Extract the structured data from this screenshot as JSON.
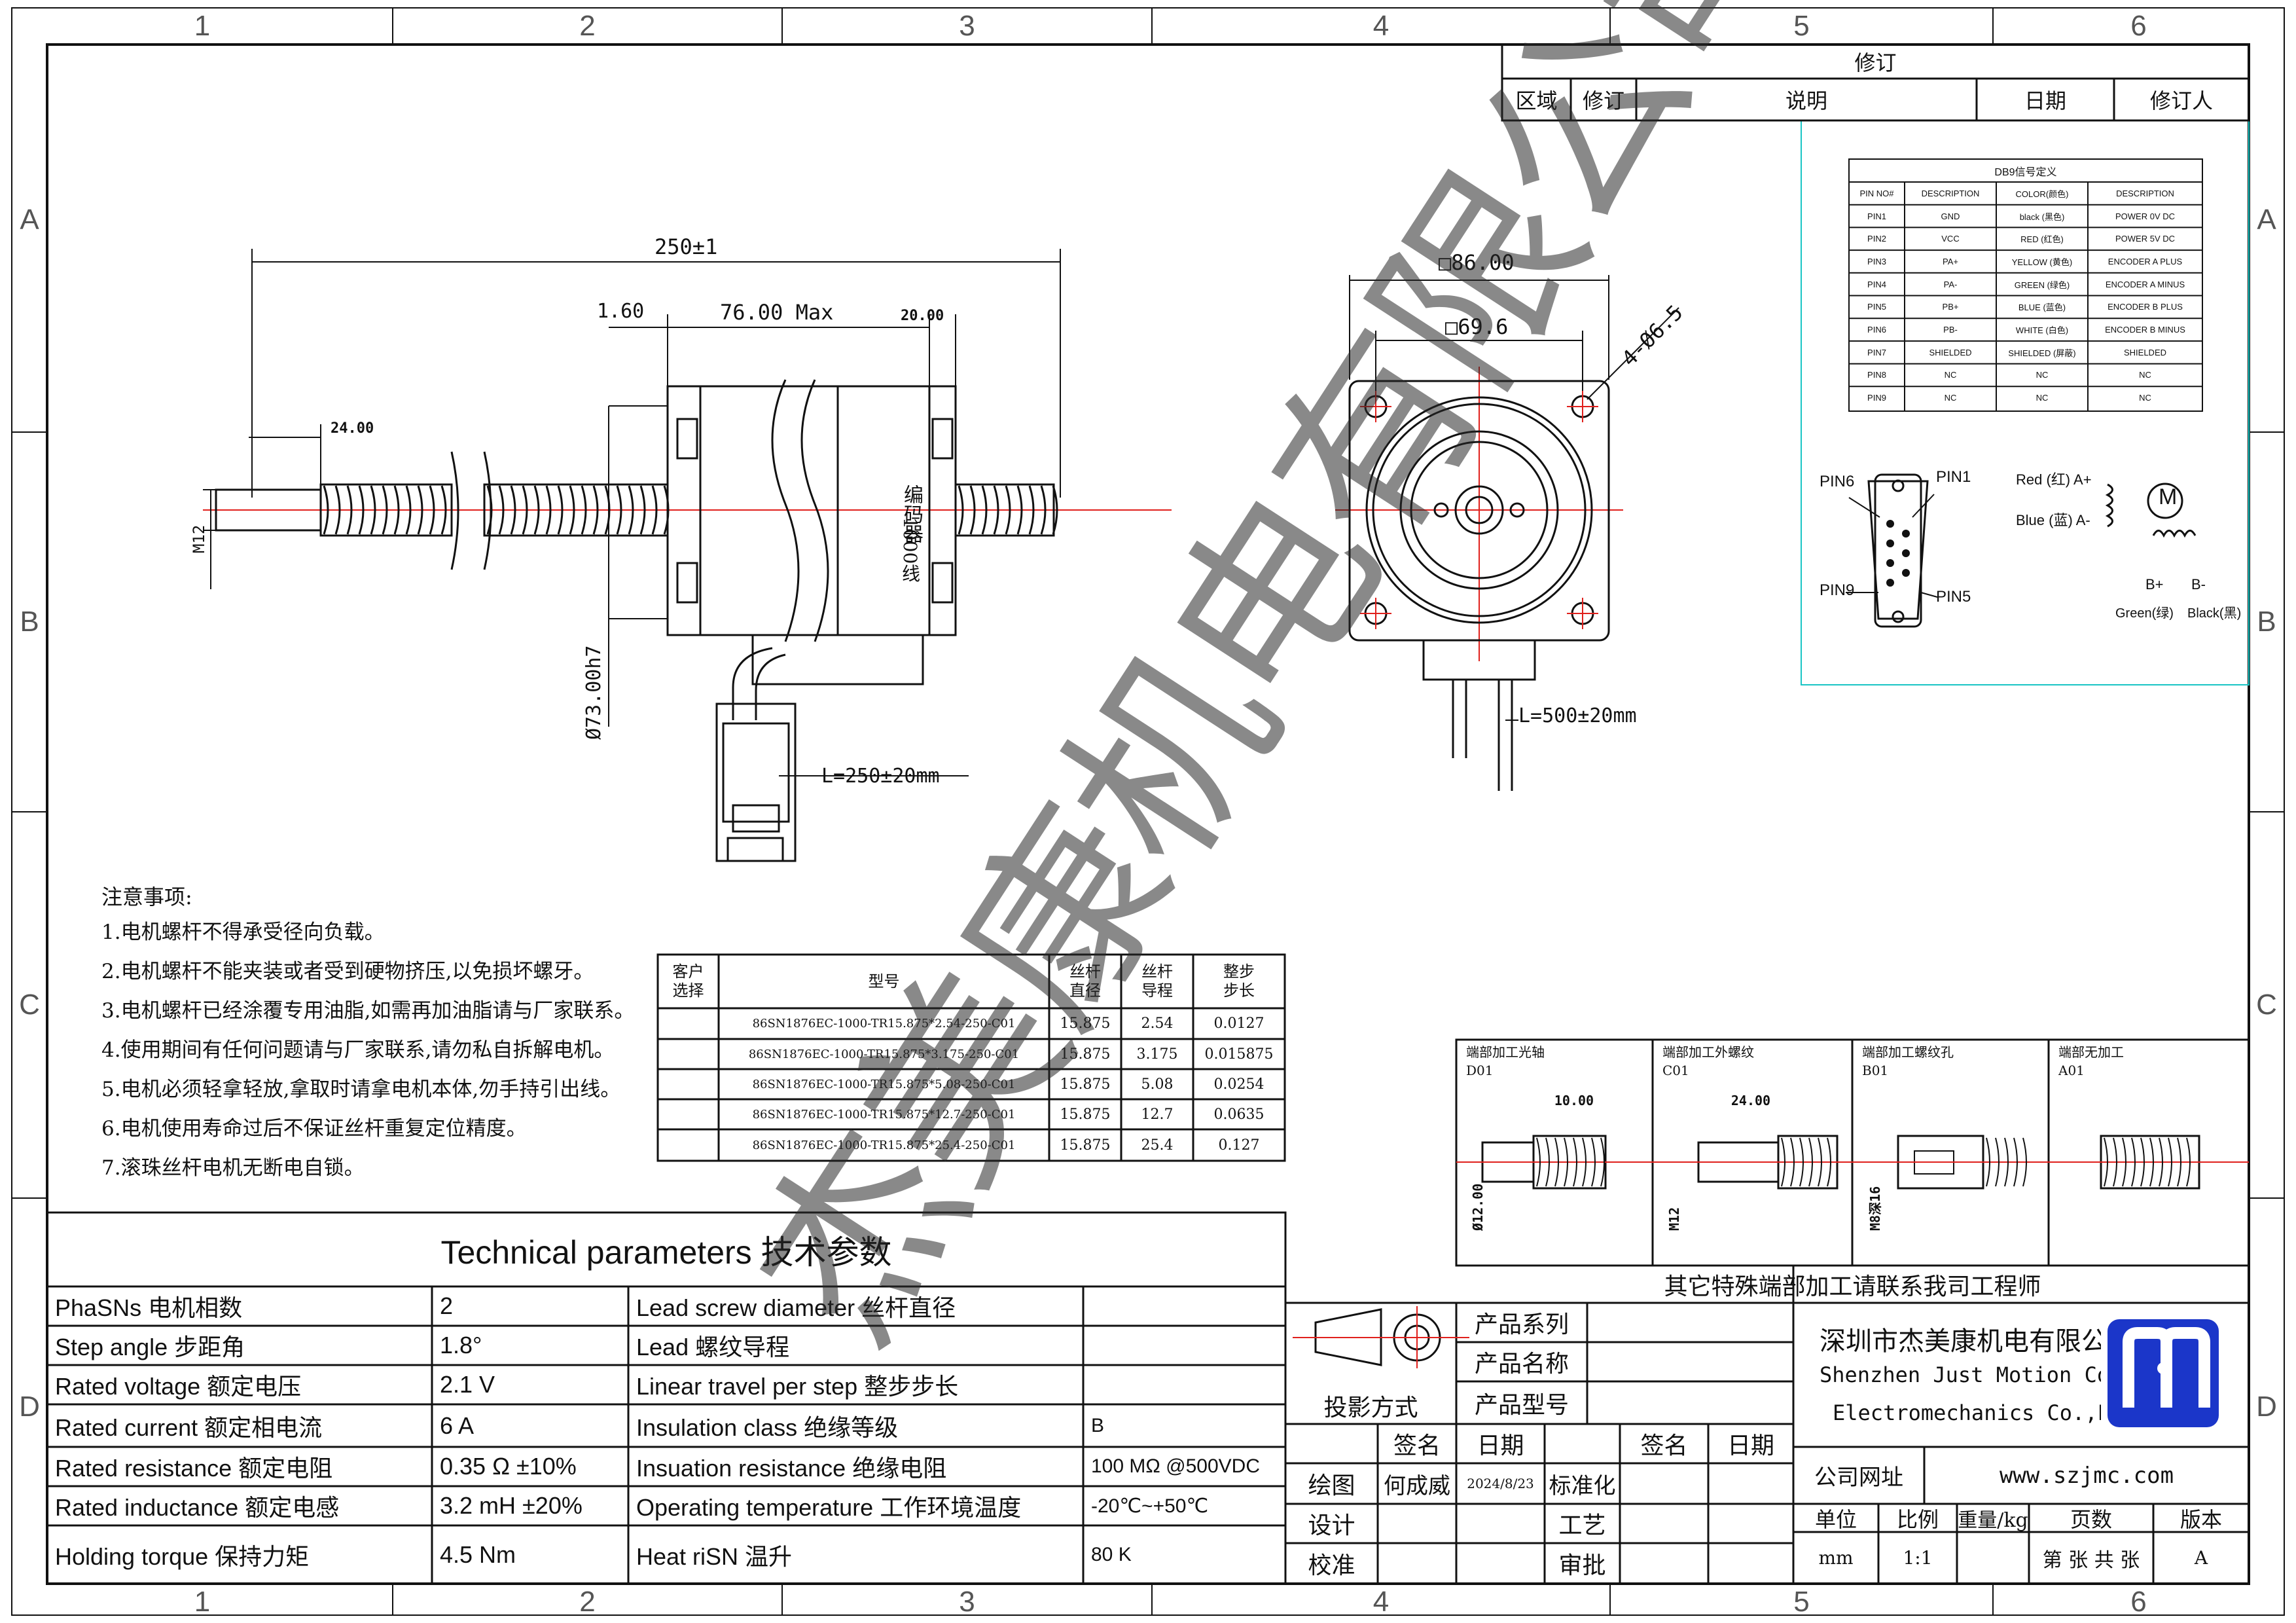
{
  "frame": {
    "zone_numbers": [
      "1",
      "2",
      "3",
      "4",
      "5",
      "6"
    ],
    "zone_letters": [
      "A",
      "B",
      "C",
      "D"
    ]
  },
  "revision": {
    "title": "修订",
    "headers": [
      "区域",
      "修订",
      "说明",
      "日期",
      "修订人"
    ]
  },
  "db9": {
    "title": "DB9信号定义",
    "headers": [
      "PIN NO#",
      "DESCRIPTION",
      "COLOR(颜色)",
      "DESCRIPTION"
    ],
    "rows": [
      [
        "PIN1",
        "GND",
        "black (黑色)",
        "POWER 0V DC"
      ],
      [
        "PIN2",
        "VCC",
        "RED (红色)",
        "POWER 5V DC"
      ],
      [
        "PIN3",
        "PA+",
        "YELLOW (黄色)",
        "ENCODER A PLUS"
      ],
      [
        "PIN4",
        "PA-",
        "GREEN (绿色)",
        "ENCODER A MINUS"
      ],
      [
        "PIN5",
        "PB+",
        "BLUE (蓝色)",
        "ENCODER B PLUS"
      ],
      [
        "PIN6",
        "PB-",
        "WHITE (白色)",
        "ENCODER B MINUS"
      ],
      [
        "PIN7",
        "SHIELDED",
        "SHIELDED (屏蔽)",
        "SHIELDED"
      ],
      [
        "PIN8",
        "NC",
        "NC",
        "NC"
      ],
      [
        "PIN9",
        "NC",
        "NC",
        "NC"
      ]
    ],
    "pin6": "PIN6",
    "pin1": "PIN1",
    "pin9": "PIN9",
    "pin5": "PIN5",
    "red": "Red (红) A+",
    "blue": "Blue (蓝) A-",
    "bplus": "B+",
    "bminus": "B-",
    "green": "Green(绿)",
    "black": "Black(黑)",
    "motor": "M"
  },
  "dims": {
    "overall": "250±1",
    "d160": "1.60",
    "d76": "76.00 Max",
    "d20": "20.00",
    "d24": "24.00",
    "m12": "M12",
    "dia73": "Ø73.00h7",
    "encoder": "编码器",
    "lines": "1000线",
    "cable1": "L=250±20mm",
    "sq86": "□86.00",
    "sq69": "□69.6",
    "holes": "4-Ø6.5",
    "cable2": "L=500±20mm"
  },
  "notes": {
    "title": "注意事项:",
    "items": [
      "1.电机螺杆不得承受径向负载。",
      "2.电机螺杆不能夹装或者受到硬物挤压,以免损坏螺牙。",
      "3.电机螺杆已经涂覆专用油脂,如需再加油脂请与厂家联系。",
      "4.使用期间有任何问题请与厂家联系,请勿私自拆解电机。",
      "5.电机必须轻拿轻放,拿取时请拿电机本体,勿手持引出线。",
      "6.电机使用寿命过后不保证丝杆重复定位精度。",
      "7.滚珠丝杆电机无断电自锁。"
    ]
  },
  "models": {
    "headers": [
      "客户\n选择",
      "型号",
      "丝杆\n直径",
      "丝杆\n导程",
      "整步\n步长"
    ],
    "rows": [
      [
        "",
        "86SN1876EC-1000-TR15.875*2.54-250-C01",
        "15.875",
        "2.54",
        "0.0127"
      ],
      [
        "",
        "86SN1876EC-1000-TR15.875*3.175-250-C01",
        "15.875",
        "3.175",
        "0.015875"
      ],
      [
        "",
        "86SN1876EC-1000-TR15.875*5.08-250-C01",
        "15.875",
        "5.08",
        "0.0254"
      ],
      [
        "",
        "86SN1876EC-1000-TR15.875*12.7-250-C01",
        "15.875",
        "12.7",
        "0.0635"
      ],
      [
        "",
        "86SN1876EC-1000-TR15.875*25.4-250-C01",
        "15.875",
        "25.4",
        "0.127"
      ]
    ]
  },
  "ends": {
    "items": [
      {
        "title": "端部加工光轴",
        "code": "D01",
        "dim": "10.00",
        "dia": "Ø12.00"
      },
      {
        "title": "端部加工外螺纹",
        "code": "C01",
        "dim": "24.00",
        "dia": "M12"
      },
      {
        "title": "端部加工螺纹孔",
        "code": "B01",
        "dim": "",
        "dia": "M8深16"
      },
      {
        "title": "端部无加工",
        "code": "A01",
        "dim": "",
        "dia": ""
      }
    ],
    "footer": "其它特殊端部加工请联系我司工程师"
  },
  "tech": {
    "title": "Technical parameters 技术参数",
    "rows": [
      [
        "PhaSNs 电机相数",
        "2",
        "Lead screw diameter 丝杆直径",
        ""
      ],
      [
        "Step angle 步距角",
        "1.8°",
        "Lead 螺纹导程",
        ""
      ],
      [
        "Rated voltage 额定电压",
        "2.1 V",
        "Linear travel per step 整步步长",
        ""
      ],
      [
        "Rated current 额定相电流",
        "6 A",
        "Insulation class 绝缘等级",
        "B"
      ],
      [
        "Rated resistance 额定电阻",
        "0.35 Ω  ±10%",
        "Insuation resistance 绝缘电阻",
        "100 MΩ @500VDC"
      ],
      [
        "Rated inductance 额定电感",
        "3.2 mH ±20%",
        "Operating temperature 工作环境温度",
        "-20℃~+50℃"
      ],
      [
        "Holding torque 保持力矩",
        "4.5 Nm",
        "Heat riSN 温升",
        "80 K"
      ]
    ]
  },
  "titleblock": {
    "projection": "投影方式",
    "series": "产品系列",
    "name": "产品名称",
    "model": "产品型号",
    "sign": "签名",
    "date": "日期",
    "sign2": "签名",
    "date2": "日期",
    "draw": "绘图",
    "drawer": "何成威",
    "draw_date": "2024/8/23",
    "standard": "标准化",
    "design": "设计",
    "process": "工艺",
    "check": "校准",
    "approve": "审批",
    "company_cn": "深圳市杰美康机电有限公司",
    "company_en1": "Shenzhen Just Motion Control",
    "company_en2": "Electromechanics Co.,LTD",
    "website_label": "公司网址",
    "website": "www.szjmc.com",
    "unit": "单位",
    "scale": "比例",
    "weight": "重量/kg",
    "pages": "页数",
    "version": "版本",
    "unit_val": "mm",
    "scale_val": "1:1",
    "pages_val": "第 张 共 张",
    "version_val": "A"
  },
  "watermark": "杰美康机电有限公司",
  "colors": {
    "line": "#111111",
    "center": "#e0201c",
    "cyan": "#19c4c4",
    "blue": "#1b36c9"
  }
}
